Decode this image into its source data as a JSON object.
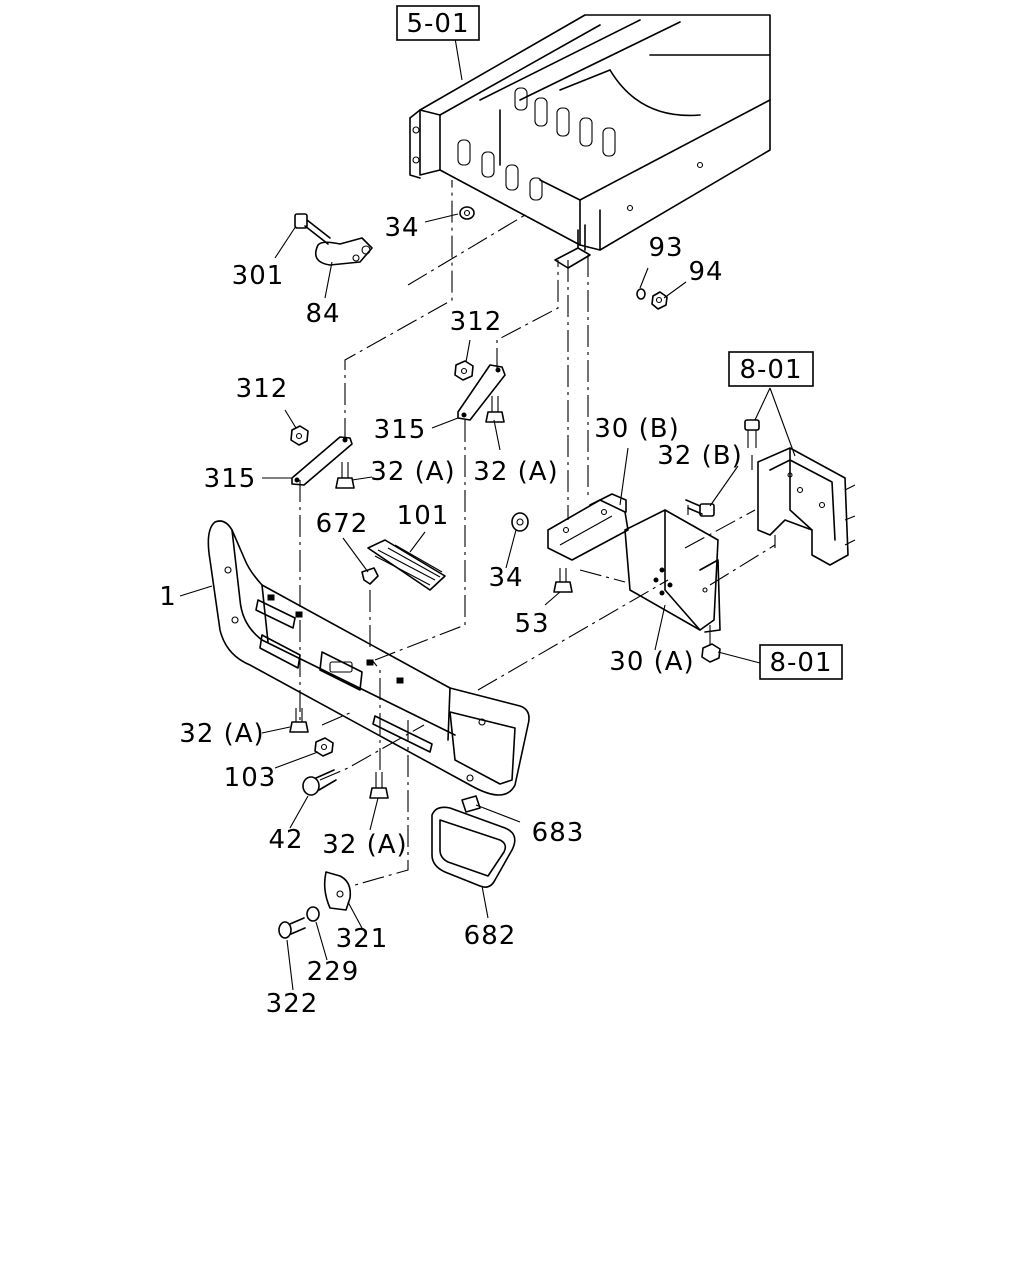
{
  "diagram": {
    "reference_boxes": {
      "ref_5_01": "5-01",
      "ref_8_01_top": "8-01",
      "ref_8_01_bottom": "8-01"
    },
    "callouts": {
      "c301": "301",
      "c84": "84",
      "c34_top": "34",
      "c93": "93",
      "c94": "94",
      "c312_left": "312",
      "c312_mid": "312",
      "c315_left": "315",
      "c315_mid": "315",
      "c32a_upper_left": "32 (A)",
      "c32a_upper_mid": "32 (A)",
      "c30b": "30 (B)",
      "c32b": "32 (B)",
      "c672": "672",
      "c101": "101",
      "c1": "1",
      "c34_mid": "34",
      "c53": "53",
      "c30a": "30 (A)",
      "c32a_lower_left": "32 (A)",
      "c103": "103",
      "c42": "42",
      "c32a_lower_mid": "32 (A)",
      "c683": "683",
      "c321": "321",
      "c682": "682",
      "c229": "229",
      "c322": "322"
    }
  }
}
